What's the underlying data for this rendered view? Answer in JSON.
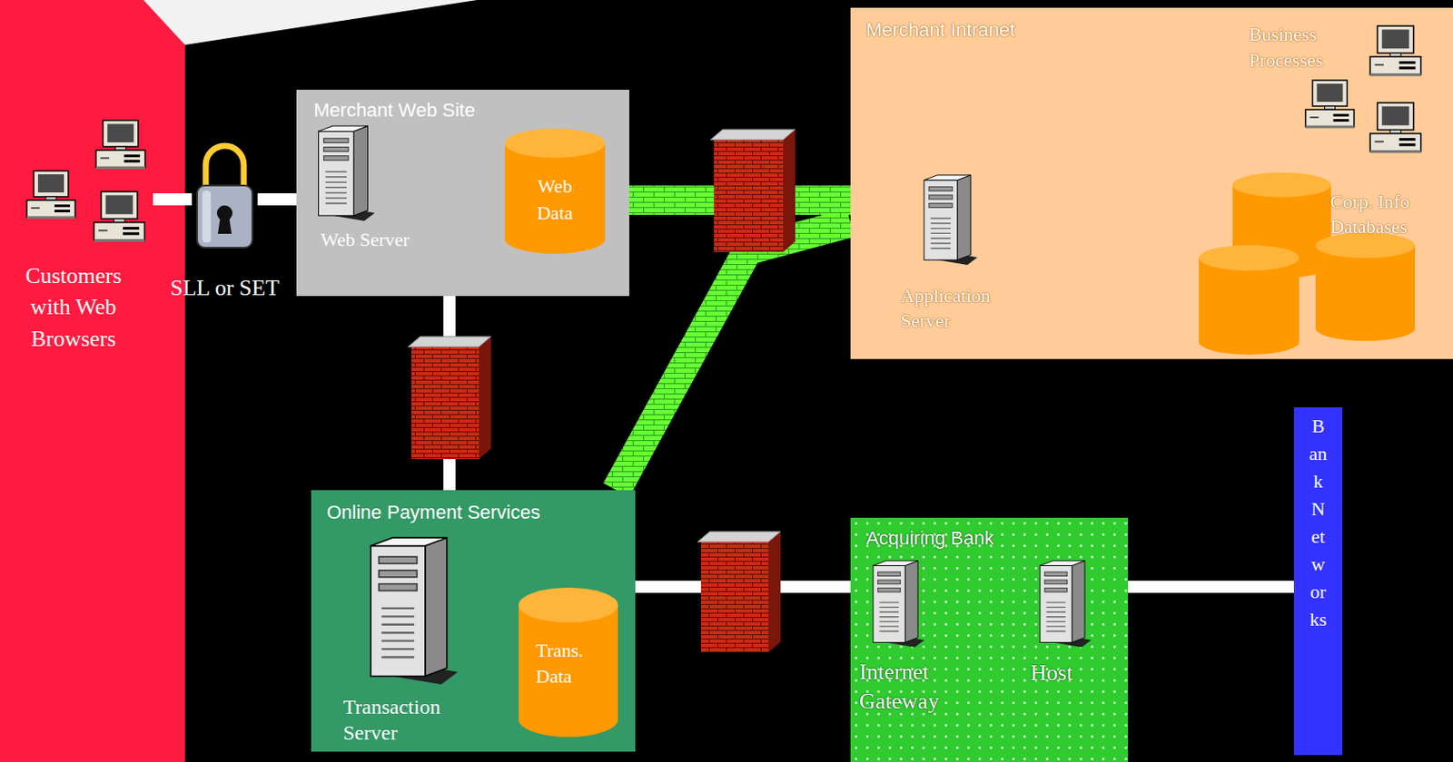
{
  "diagram": {
    "nodes": [
      {
        "text": [
          "Customers with Web Browsers"
        ]
      },
      {
        "text": [
          "SLL or SET"
        ]
      },
      {
        "text": [
          "Merchant Web Site"
        ]
      },
      {
        "text": [
          "Web Server"
        ],
        "in": 2
      },
      {
        "text": [
          "Web Data"
        ],
        "in": 2
      },
      {
        "text": [
          "Merchant Intranet"
        ]
      },
      {
        "text": [
          "Business Processes"
        ],
        "in": 5
      },
      {
        "text": [
          "Application Server"
        ],
        "in": 5
      },
      {
        "text": [
          "Corp. Info Databases"
        ],
        "in": 5
      },
      {
        "text": [
          "Online Payment Services"
        ]
      },
      {
        "text": [
          "Transaction Server"
        ],
        "in": 9
      },
      {
        "text": [
          "Trans. Data"
        ],
        "in": 9
      },
      {
        "text": [
          "Acquiring Bank"
        ]
      },
      {
        "text": [
          "Internet Gateway"
        ],
        "in": 12
      },
      {
        "text": [
          "Host"
        ],
        "in": 12
      },
      {
        "text": [
          "Bank Networks"
        ]
      }
    ],
    "edges": [
      {
        "from": 0,
        "to": 1,
        "arrow": "none"
      },
      {
        "from": 1,
        "to": 2,
        "arrow": "none"
      },
      {
        "from": 2,
        "to": 5,
        "arrow": "none"
      },
      {
        "from": 2,
        "to": 9,
        "arrow": "none"
      },
      {
        "from": 9,
        "to": 5,
        "arrow": "none"
      },
      {
        "from": 9,
        "to": 12,
        "arrow": "none"
      },
      {
        "from": 12,
        "to": 15,
        "arrow": "none"
      }
    ]
  }
}
